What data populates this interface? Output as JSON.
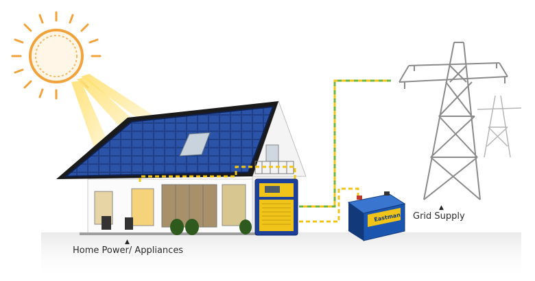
{
  "labels": {
    "home": "Home Power/ Appliances",
    "grid": "Grid Supply",
    "battery_brand": "Eastman"
  },
  "icons": {
    "home_marker": "▲",
    "grid_marker": "▲"
  },
  "colors": {
    "sun": "#f2a23a",
    "sun_rays": "#ffd84a",
    "solar_panel": "#1f3f86",
    "cable_yellow": "#f0c419",
    "cable_green": "#6db33f",
    "inverter": "#1c3f9a",
    "battery": "#1a55b0",
    "tower": "#8a8a8a"
  }
}
